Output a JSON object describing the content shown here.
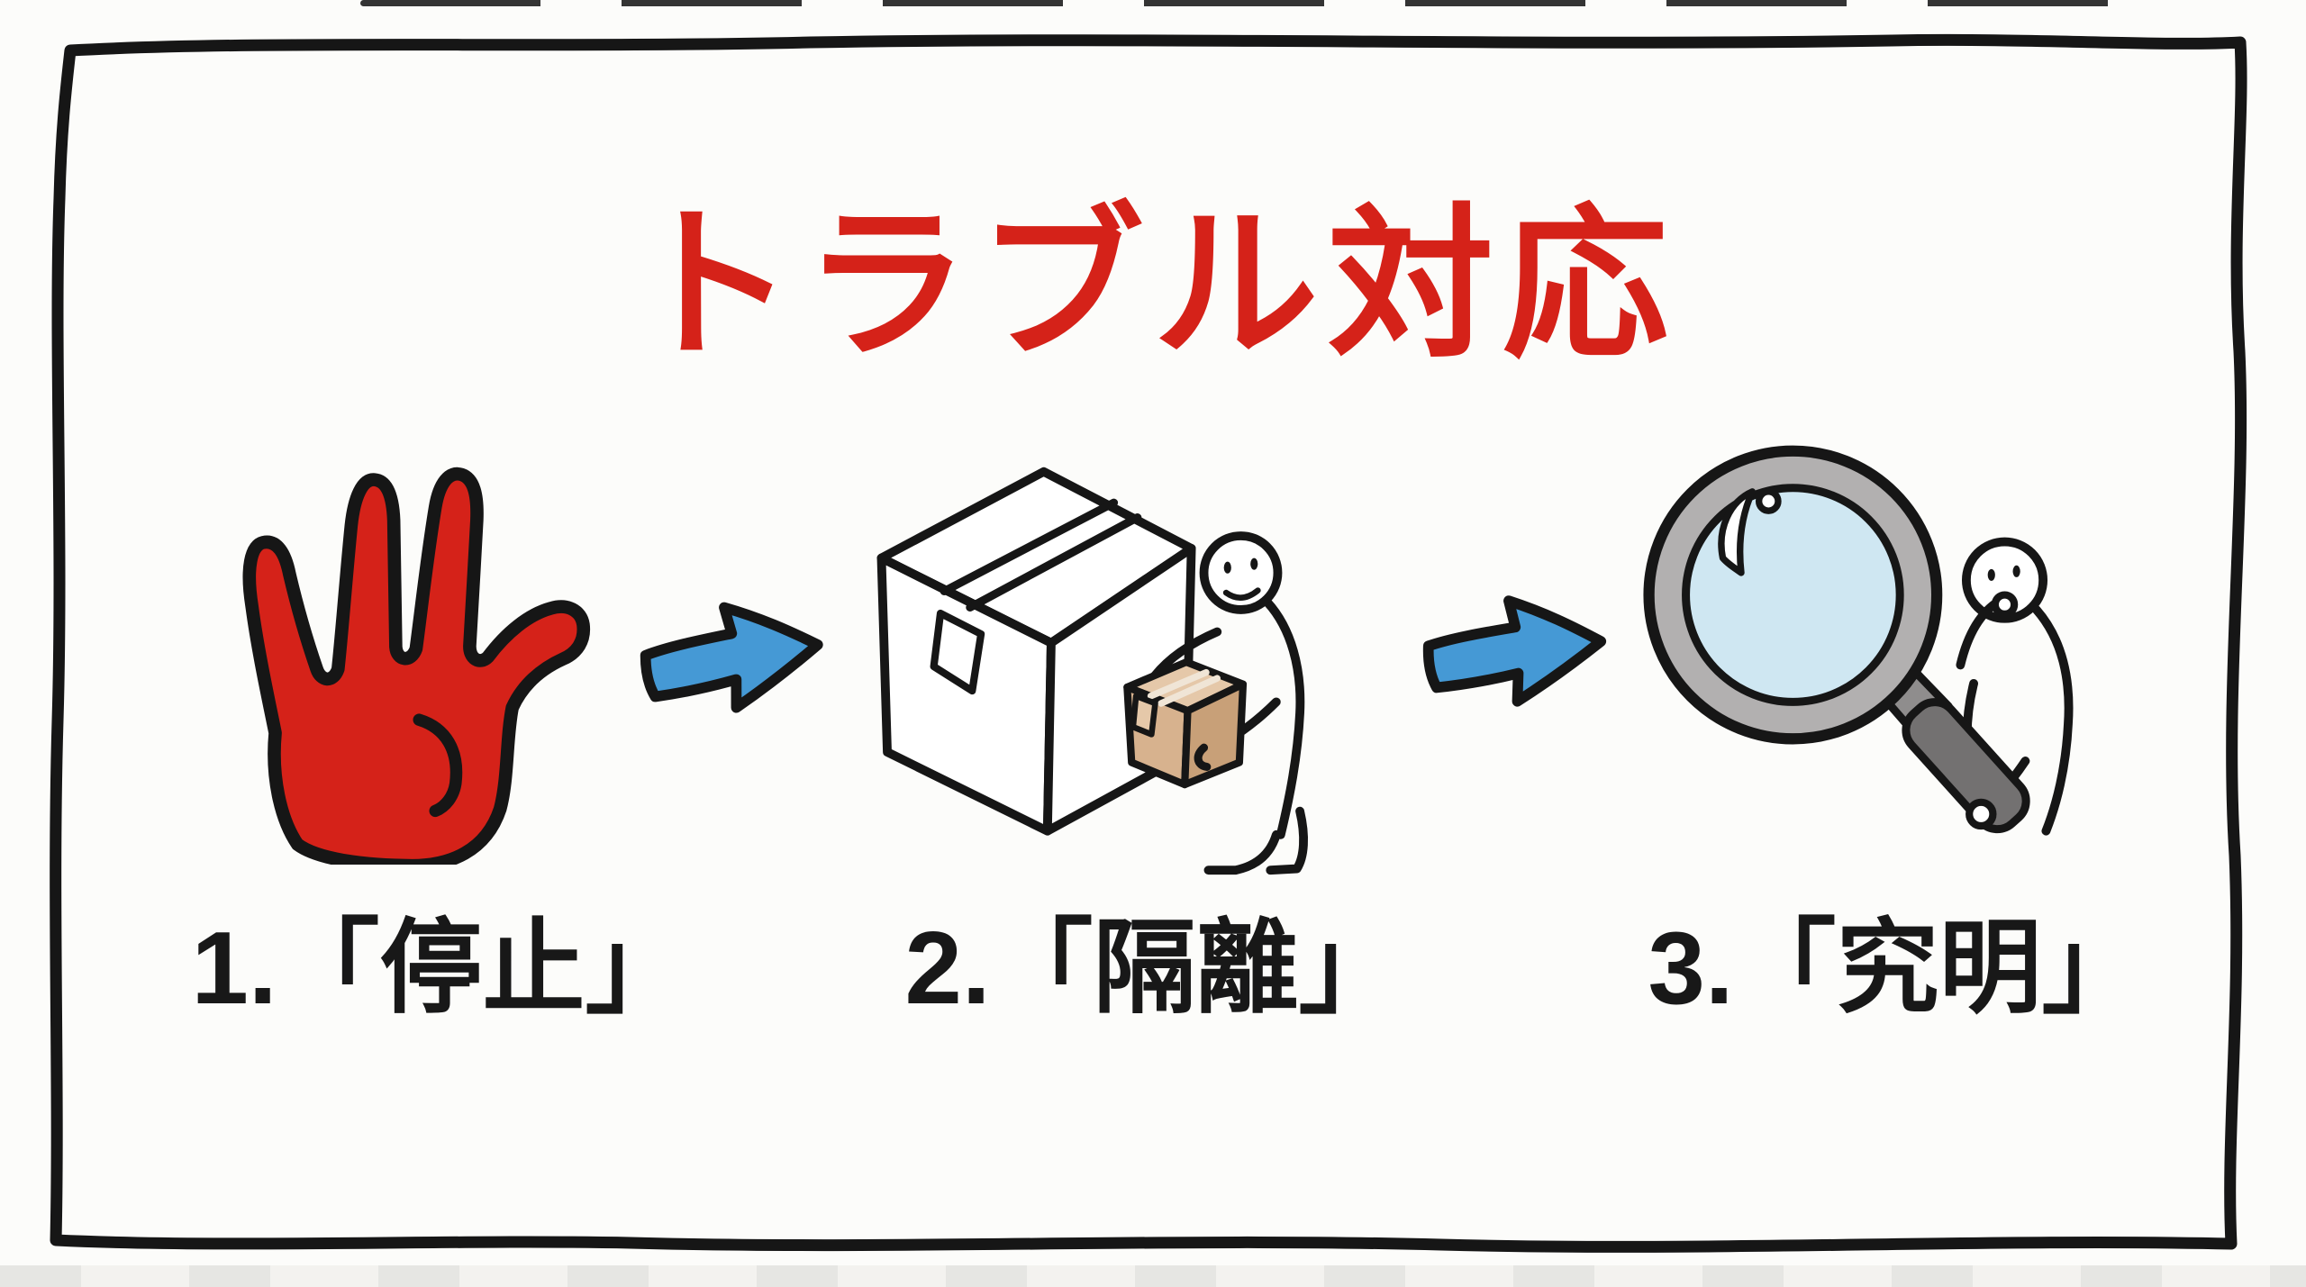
{
  "title": {
    "text": "トラブル対応"
  },
  "steps": [
    {
      "caption": "1.「停止」",
      "icon": "stop-hand-icon"
    },
    {
      "caption": "2.「隔離」",
      "icon": "isolate-box-icon"
    },
    {
      "caption": "3.「究明」",
      "icon": "investigate-magnifier-icon"
    }
  ],
  "colors": {
    "accent-red": "#d52219",
    "arrow-blue": "#4599d5",
    "lens-blue": "#cfe7f2",
    "lens-highlight": "#ffffff",
    "rim-gray": "#b2b0b0",
    "neck-gray": "#8f8d8d",
    "handle-gray": "#737171",
    "box-tan-top": "#e5c8a9",
    "box-tan-left": "#d7b28e",
    "box-tan-right": "#c8a078",
    "tape-cream": "#f0e5d6",
    "ink-black": "#161616",
    "paper-white": "#fcfcfa"
  }
}
